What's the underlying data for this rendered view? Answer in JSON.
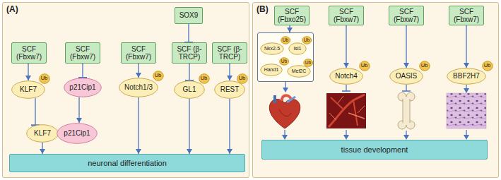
{
  "diagram": {
    "nodes": [
      {
        "text": [
          "(A)"
        ]
      },
      {
        "text": [
          "SOX9"
        ],
        "in": 0
      },
      {
        "text": [
          "SCF (Fbxw7)"
        ],
        "in": 0
      },
      {
        "text": [
          "SCF (Fbxw7)"
        ],
        "in": 0
      },
      {
        "text": [
          "SCF (Fbxw7)"
        ],
        "in": 0
      },
      {
        "text": [
          "SCF (β-TRCP)"
        ],
        "in": 0
      },
      {
        "text": [
          "SCF (β-TRCP)"
        ],
        "in": 0
      },
      {
        "text": [
          "KLF7"
        ],
        "in": 0
      },
      {
        "text": [
          "Ub"
        ],
        "in": 0
      },
      {
        "text": [
          "p21Cip1"
        ],
        "in": 0
      },
      {
        "text": [
          "Notch1/3"
        ],
        "in": 0
      },
      {
        "text": [
          "Ub"
        ],
        "in": 0
      },
      {
        "text": [
          "GL1"
        ],
        "in": 0
      },
      {
        "text": [
          "Ub"
        ],
        "in": 0
      },
      {
        "text": [
          "REST"
        ],
        "in": 0
      },
      {
        "text": [
          "Ub"
        ],
        "in": 0
      },
      {
        "text": [
          "KLF7"
        ],
        "in": 0
      },
      {
        "text": [
          "p21Cip1"
        ],
        "in": 0
      },
      {
        "text": [
          "neuronal differentiation"
        ],
        "in": 0
      },
      {
        "text": [
          "(B)"
        ]
      },
      {
        "text": [
          "SCF (Fbxo25)"
        ],
        "in": 19
      },
      {
        "text": [
          "SCF (Fbxw7)"
        ],
        "in": 19
      },
      {
        "text": [
          "SCF (Fbxw7)"
        ],
        "in": 19
      },
      {
        "text": [
          "SCF (Fbxw7)"
        ],
        "in": 19
      },
      {
        "text": [],
        "in": 19
      },
      {
        "text": [
          "Nkx2-5"
        ],
        "in": 24
      },
      {
        "text": [
          "Ub"
        ],
        "in": 24
      },
      {
        "text": [
          "Isl1"
        ],
        "in": 24
      },
      {
        "text": [
          "Ub"
        ],
        "in": 24
      },
      {
        "text": [
          "Hand1"
        ],
        "in": 24
      },
      {
        "text": [
          "Ub"
        ],
        "in": 24
      },
      {
        "text": [
          "Mef2C"
        ],
        "in": 24
      },
      {
        "text": [
          "Ub"
        ],
        "in": 24
      },
      {
        "text": [
          "Notch4"
        ],
        "in": 19
      },
      {
        "text": [
          "Ub"
        ],
        "in": 19
      },
      {
        "text": [
          "OASIS"
        ],
        "in": 19
      },
      {
        "text": [
          "Ub"
        ],
        "in": 19
      },
      {
        "text": [
          "BBF2H7"
        ],
        "in": 19
      },
      {
        "text": [
          "Ub"
        ],
        "in": 19
      },
      {
        "text": [
          "tissue development"
        ],
        "in": 19
      }
    ],
    "edges": [
      {
        "from": 2,
        "to": 7,
        "arrow": "to"
      },
      {
        "from": 7,
        "to": 16,
        "arrow": "to"
      },
      {
        "from": 3,
        "to": 9,
        "arrow": "to"
      },
      {
        "from": 9,
        "to": 17,
        "arrow": "to"
      },
      {
        "from": 16,
        "to": 18,
        "arrow": "to"
      },
      {
        "from": 4,
        "to": 10,
        "arrow": "to"
      },
      {
        "from": 10,
        "to": 18,
        "arrow": "to"
      },
      {
        "from": 1,
        "to": 5,
        "arrow": "to"
      },
      {
        "from": 5,
        "to": 12,
        "arrow": "to"
      },
      {
        "from": 12,
        "to": 18,
        "arrow": "to"
      },
      {
        "from": 6,
        "to": 14,
        "arrow": "to"
      },
      {
        "from": 14,
        "to": 18,
        "arrow": "to"
      },
      {
        "from": 20,
        "to": 24,
        "arrow": "to"
      },
      {
        "from": 21,
        "to": 33,
        "arrow": "to"
      },
      {
        "from": 22,
        "to": 35,
        "arrow": "to"
      },
      {
        "from": 23,
        "to": 37,
        "arrow": "to"
      }
    ]
  }
}
